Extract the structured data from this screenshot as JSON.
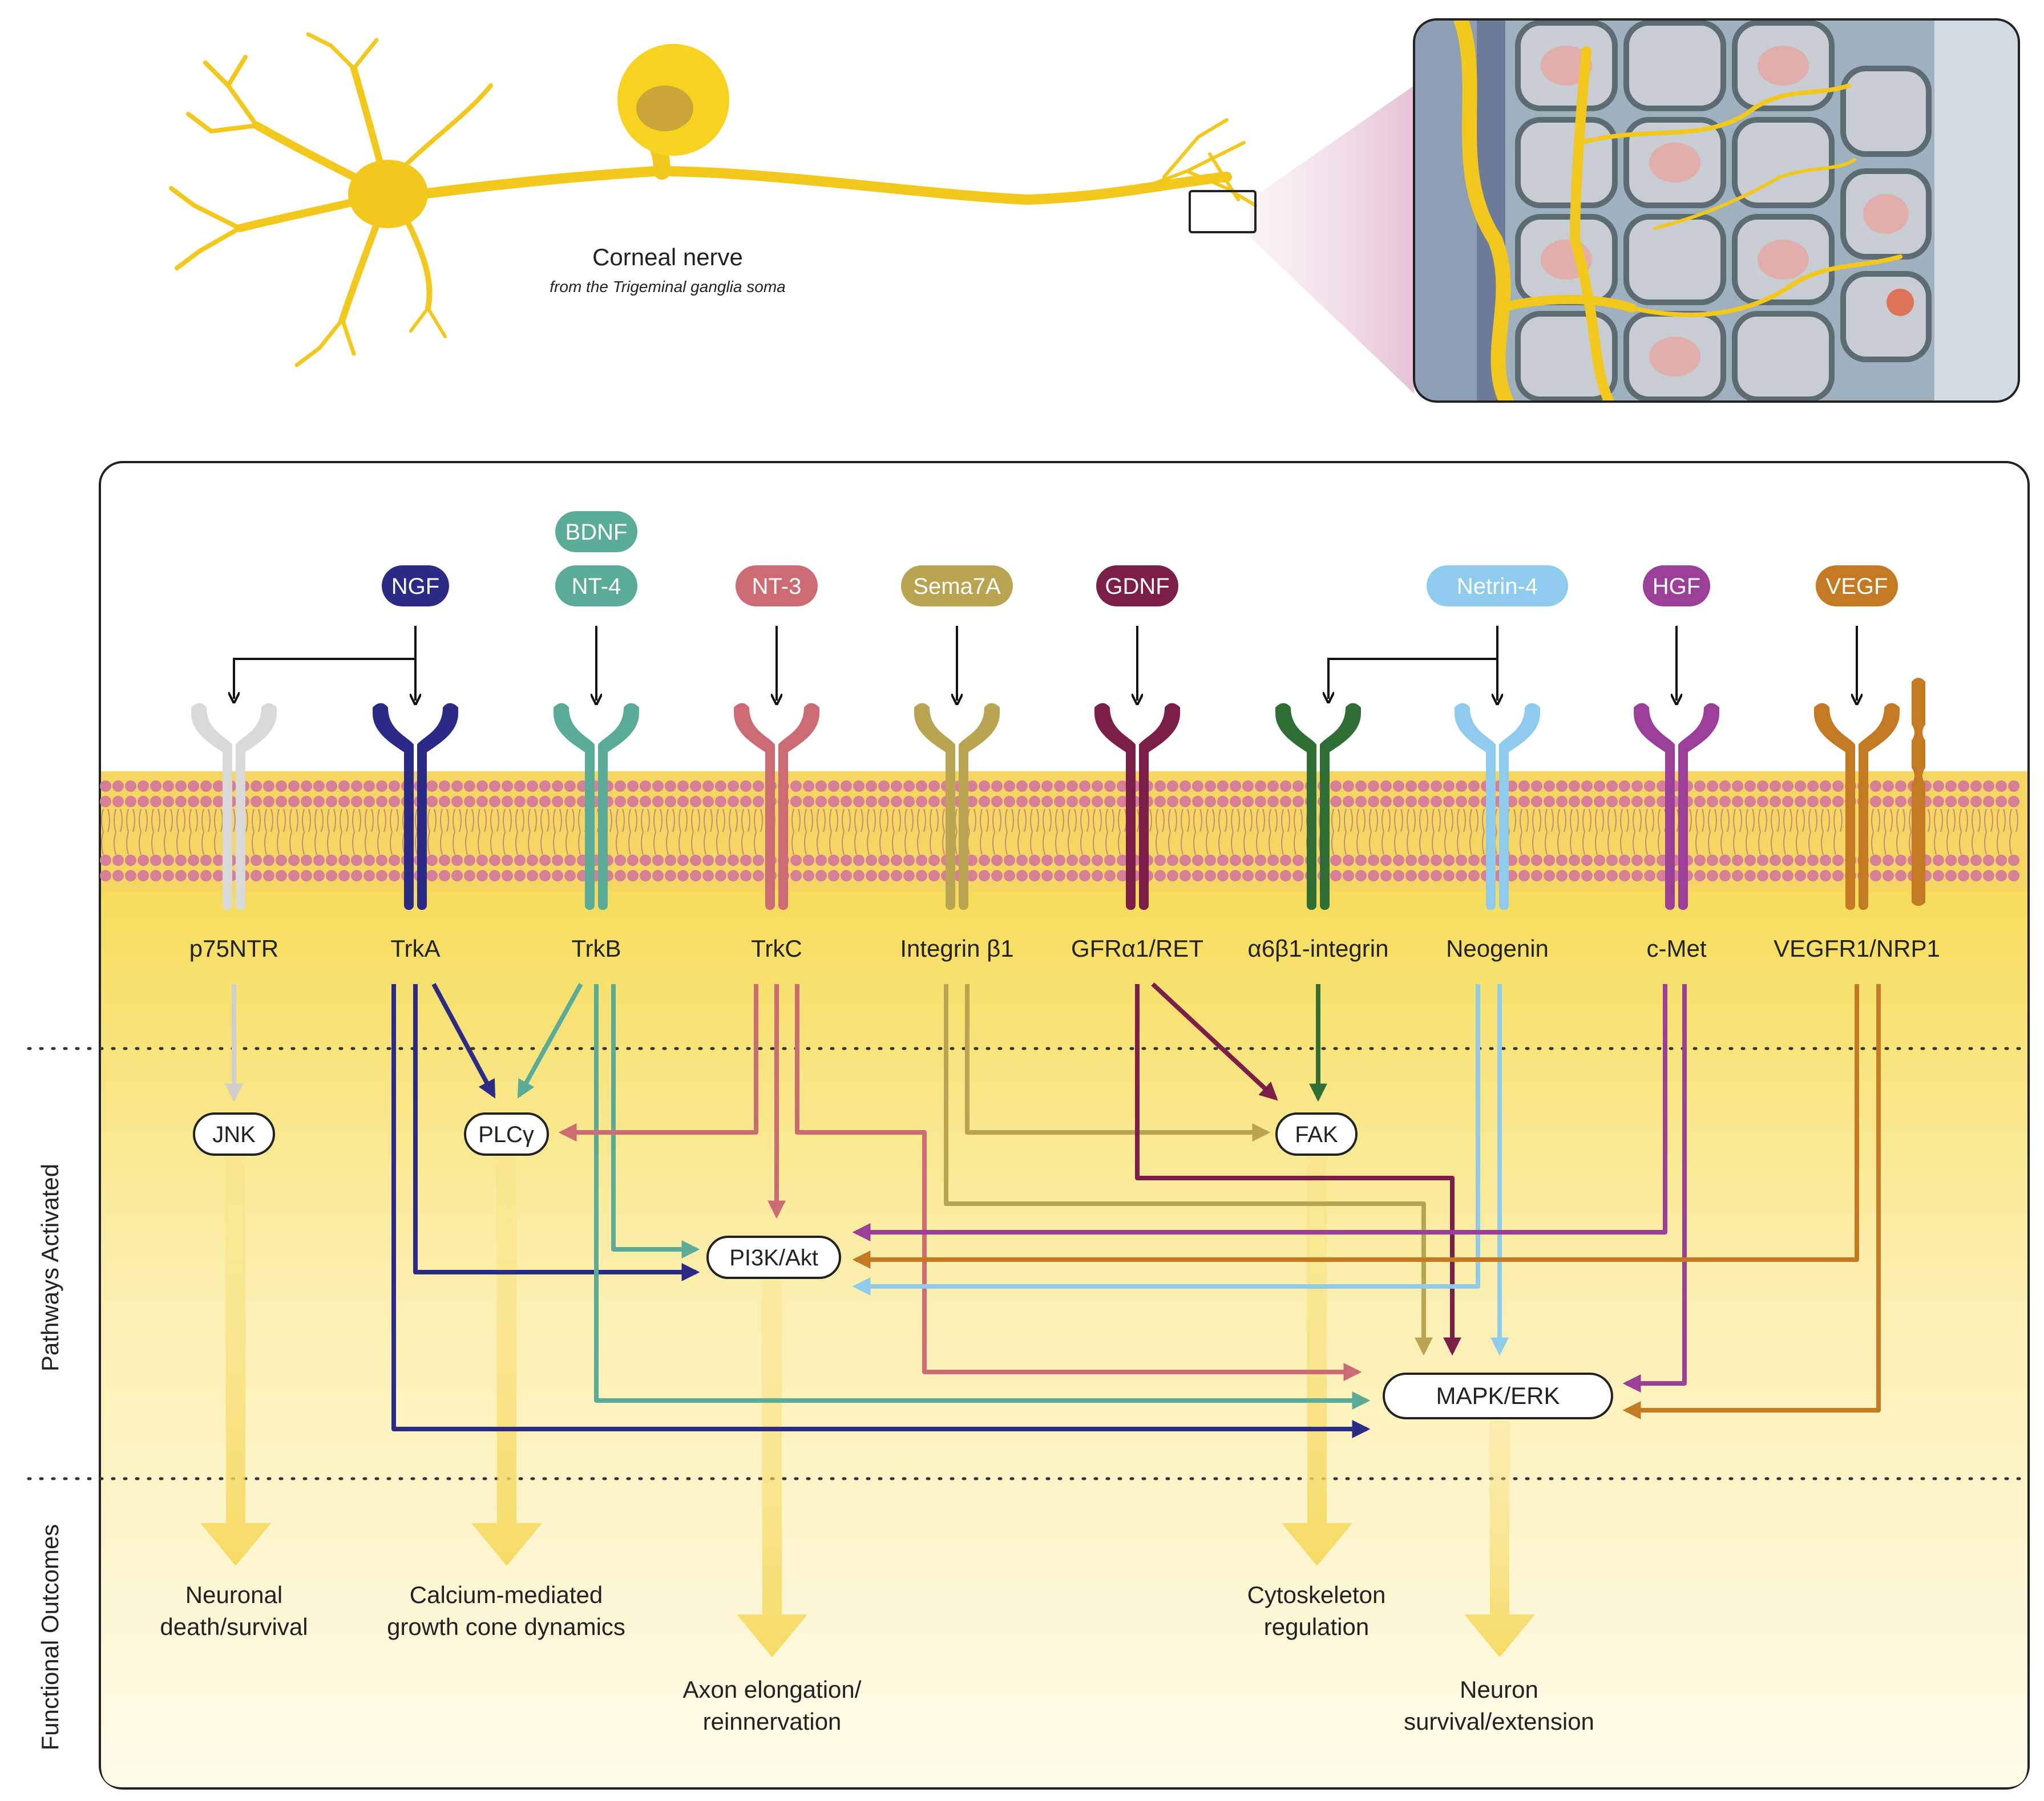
{
  "figure": {
    "nerve": {
      "title": "Corneal nerve",
      "subtitle": "from the Trigeminal ganglia soma"
    },
    "ligands": [
      {
        "label": "NGF",
        "color": "#2b2a86"
      },
      {
        "label": "BDNF",
        "color": "#5aab98"
      },
      {
        "label": "NT-4",
        "color": "#5aab98"
      },
      {
        "label": "NT-3",
        "color": "#cd6b74"
      },
      {
        "label": "Sema7A",
        "color": "#b9a451"
      },
      {
        "label": "GDNF",
        "color": "#7c1f48"
      },
      {
        "label": "Netrin-4",
        "color": "#8ecbed"
      },
      {
        "label": "HGF",
        "color": "#9b3f99"
      },
      {
        "label": "VEGF",
        "color": "#c47a22"
      }
    ],
    "receptors": [
      {
        "label": "p75NTR",
        "color": "#d9d9d9"
      },
      {
        "label": "TrkA",
        "color": "#2b2a86"
      },
      {
        "label": "TrkB",
        "color": "#5aab98"
      },
      {
        "label": "TrkC",
        "color": "#cd6b74"
      },
      {
        "label": "Integrin β1",
        "color": "#b9a451"
      },
      {
        "label": "GFRα1/RET",
        "color": "#7c1f48"
      },
      {
        "label": "α6β1-integrin",
        "color": "#2f6e35"
      },
      {
        "label": "Neogenin",
        "color": "#8ecbed"
      },
      {
        "label": "c-Met",
        "color": "#9b3f99"
      },
      {
        "label": "VEGFR1/NRP1",
        "color": "#c47a22"
      }
    ],
    "pathways": {
      "jnk": "JNK",
      "plc": "PLCγ",
      "pi3k": "PI3K/Akt",
      "fak": "FAK",
      "mapk": "MAPK/ERK"
    },
    "outcomes": {
      "o1_l1": "Neuronal",
      "o1_l2": "death/survival",
      "o2_l1": "Calcium-mediated",
      "o2_l2": "growth cone dynamics",
      "o3_l1": "Axon elongation/",
      "o3_l2": "reinnervation",
      "o4_l1": "Cytoskeleton",
      "o4_l2": "regulation",
      "o5_l1": "Neuron",
      "o5_l2": "survival/extension"
    },
    "section_labels": {
      "pathways": "Pathways Activated",
      "outcomes": "Functional Outcomes"
    }
  }
}
